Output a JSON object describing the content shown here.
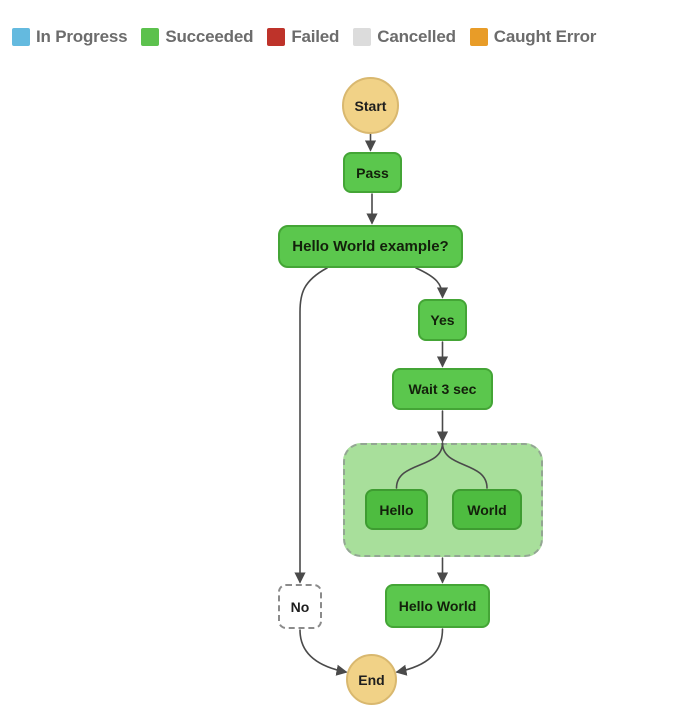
{
  "legend": {
    "items": [
      {
        "label": "In Progress",
        "color": "#64BADF"
      },
      {
        "label": "Succeeded",
        "color": "#5CC14D"
      },
      {
        "label": "Failed",
        "color": "#BE332A"
      },
      {
        "label": "Cancelled",
        "color": "#DCDCDC"
      },
      {
        "label": "Caught Error",
        "color": "#E89C28"
      }
    ]
  },
  "diagram": {
    "nodes": {
      "start": {
        "label": "Start",
        "type": "start-marker"
      },
      "pass": {
        "label": "Pass",
        "status": "succeeded"
      },
      "choice": {
        "label": "Hello World example?",
        "status": "succeeded"
      },
      "yes": {
        "label": "Yes",
        "status": "succeeded"
      },
      "wait": {
        "label": "Wait 3 sec",
        "status": "succeeded"
      },
      "parallel": {
        "label": "",
        "status": "succeeded-group"
      },
      "hello": {
        "label": "Hello",
        "status": "succeeded"
      },
      "world": {
        "label": "World",
        "status": "succeeded"
      },
      "no": {
        "label": "No",
        "status": "not-executed"
      },
      "hello_world": {
        "label": "Hello World",
        "status": "succeeded"
      },
      "end": {
        "label": "End",
        "type": "end-marker"
      }
    },
    "edges": [
      {
        "from": "start",
        "to": "pass"
      },
      {
        "from": "pass",
        "to": "choice"
      },
      {
        "from": "choice",
        "to": "yes"
      },
      {
        "from": "choice",
        "to": "no"
      },
      {
        "from": "yes",
        "to": "wait"
      },
      {
        "from": "wait",
        "to": "parallel"
      },
      {
        "from": "parallel",
        "to": "hello"
      },
      {
        "from": "parallel",
        "to": "world"
      },
      {
        "from": "parallel",
        "to": "hello_world"
      },
      {
        "from": "no",
        "to": "end"
      },
      {
        "from": "hello_world",
        "to": "end"
      }
    ],
    "colors": {
      "node_fill": "#5BC74D",
      "node_border": "#44A536",
      "inner_node_fill": "#4EBC40",
      "inner_node_border": "#3E9C31",
      "group_fill": "#A8DF9B",
      "group_border": "#93A693",
      "terminal_fill": "#F1D287",
      "terminal_border": "#D9B86F",
      "edge": "#4a4a4a",
      "dashed_node_border": "#8b8b8b"
    }
  }
}
